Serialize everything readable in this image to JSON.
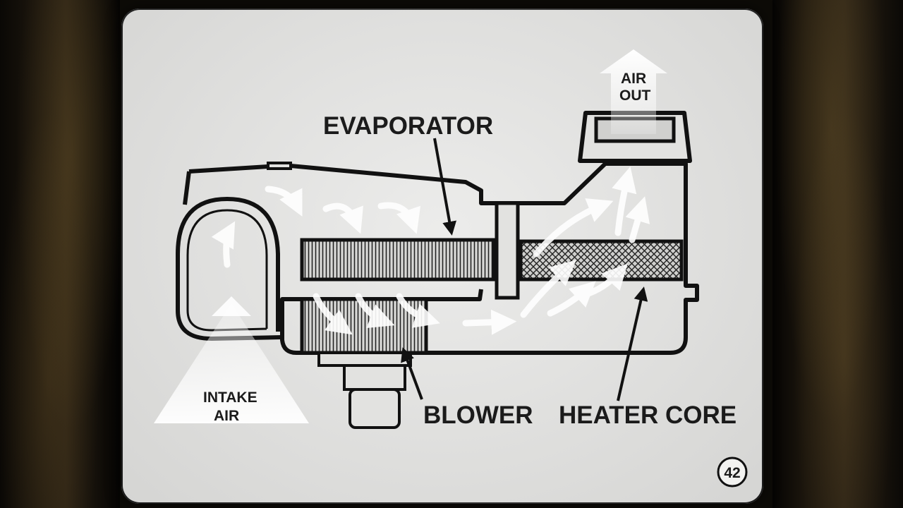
{
  "labels": {
    "evaporator": "EVAPORATOR",
    "air_out_line1": "AIR",
    "air_out_line2": "OUT",
    "intake_line1": "INTAKE",
    "intake_line2": "AIR",
    "blower": "BLOWER",
    "heater_core": "HEATER CORE",
    "slide_number": "42"
  }
}
